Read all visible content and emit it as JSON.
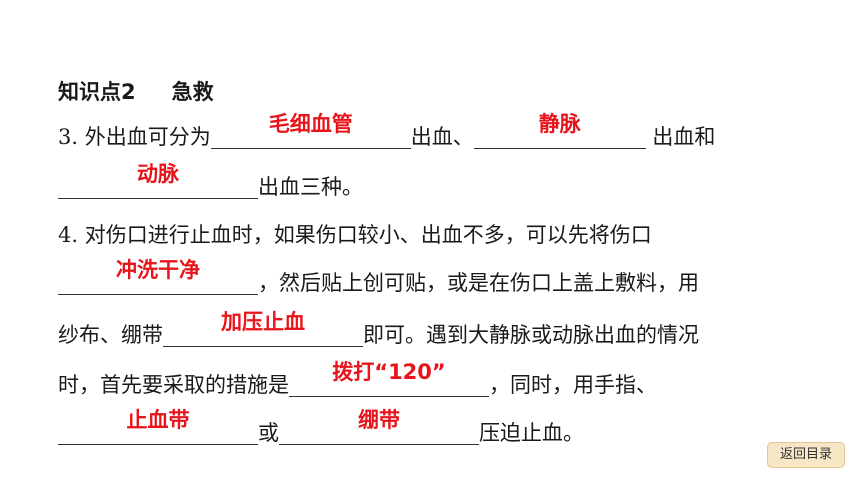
{
  "section": {
    "label": "知识点2",
    "title": "急救"
  },
  "q3": {
    "line1_prefix": "3.  外出血可分为",
    "blank1": "毛细血管",
    "line1_mid": "出血、",
    "blank2": "静脉",
    "line1_suffix": " 出血和",
    "blank3": "动脉",
    "line2_suffix": "出血三种。"
  },
  "q4": {
    "line1": "4.  对伤口进行止血时，如果伤口较小、出血不多，可以先将伤口",
    "blank1": "冲洗干净",
    "line2_suffix": "，然后贴上创可贴，或是在伤口上盖上敷料，用",
    "line3_prefix": "纱布、绷带",
    "blank2": "加压止血",
    "line3_suffix": "即可。遇到大静脉或动脉出血的情况",
    "line4_prefix": "时，首先要采取的措施是",
    "blank3": "拨打“120”",
    "line4_suffix": "，同时，用手指、",
    "blank4": "止血带",
    "line5_mid": "或",
    "blank5": "绷带",
    "line5_suffix": "压迫止血。"
  },
  "nav": {
    "back_label": "返回目录"
  },
  "colors": {
    "answer": "#e8141b",
    "button_bg": "#f7e7c6"
  }
}
